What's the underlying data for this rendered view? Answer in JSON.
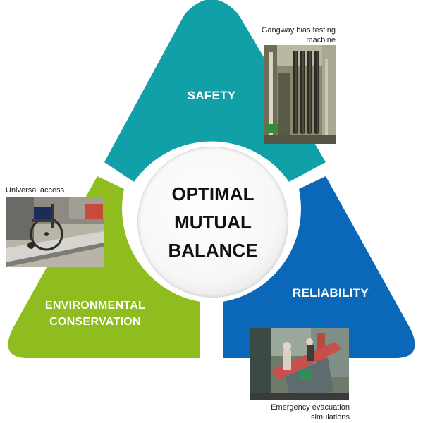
{
  "colors": {
    "safety": "#11a0a8",
    "environmental": "#8fbd1f",
    "reliability": "#0b67b8",
    "center_text": "#111111"
  },
  "center": {
    "lines": [
      "OPTIMAL",
      "MUTUAL",
      "BALANCE"
    ]
  },
  "segments": {
    "safety": {
      "label": "SAFETY"
    },
    "environmental": {
      "label_line1": "ENVIRONMENTAL",
      "label_line2": "CONSERVATION"
    },
    "reliability": {
      "label": "RELIABILITY"
    }
  },
  "photos": {
    "gangway": {
      "caption_line1": "Gangway bias testing",
      "caption_line2": "machine"
    },
    "universal": {
      "caption": "Universal access"
    },
    "evacuation": {
      "caption_line1": "Emergency evacuation",
      "caption_line2": "simulations"
    }
  }
}
